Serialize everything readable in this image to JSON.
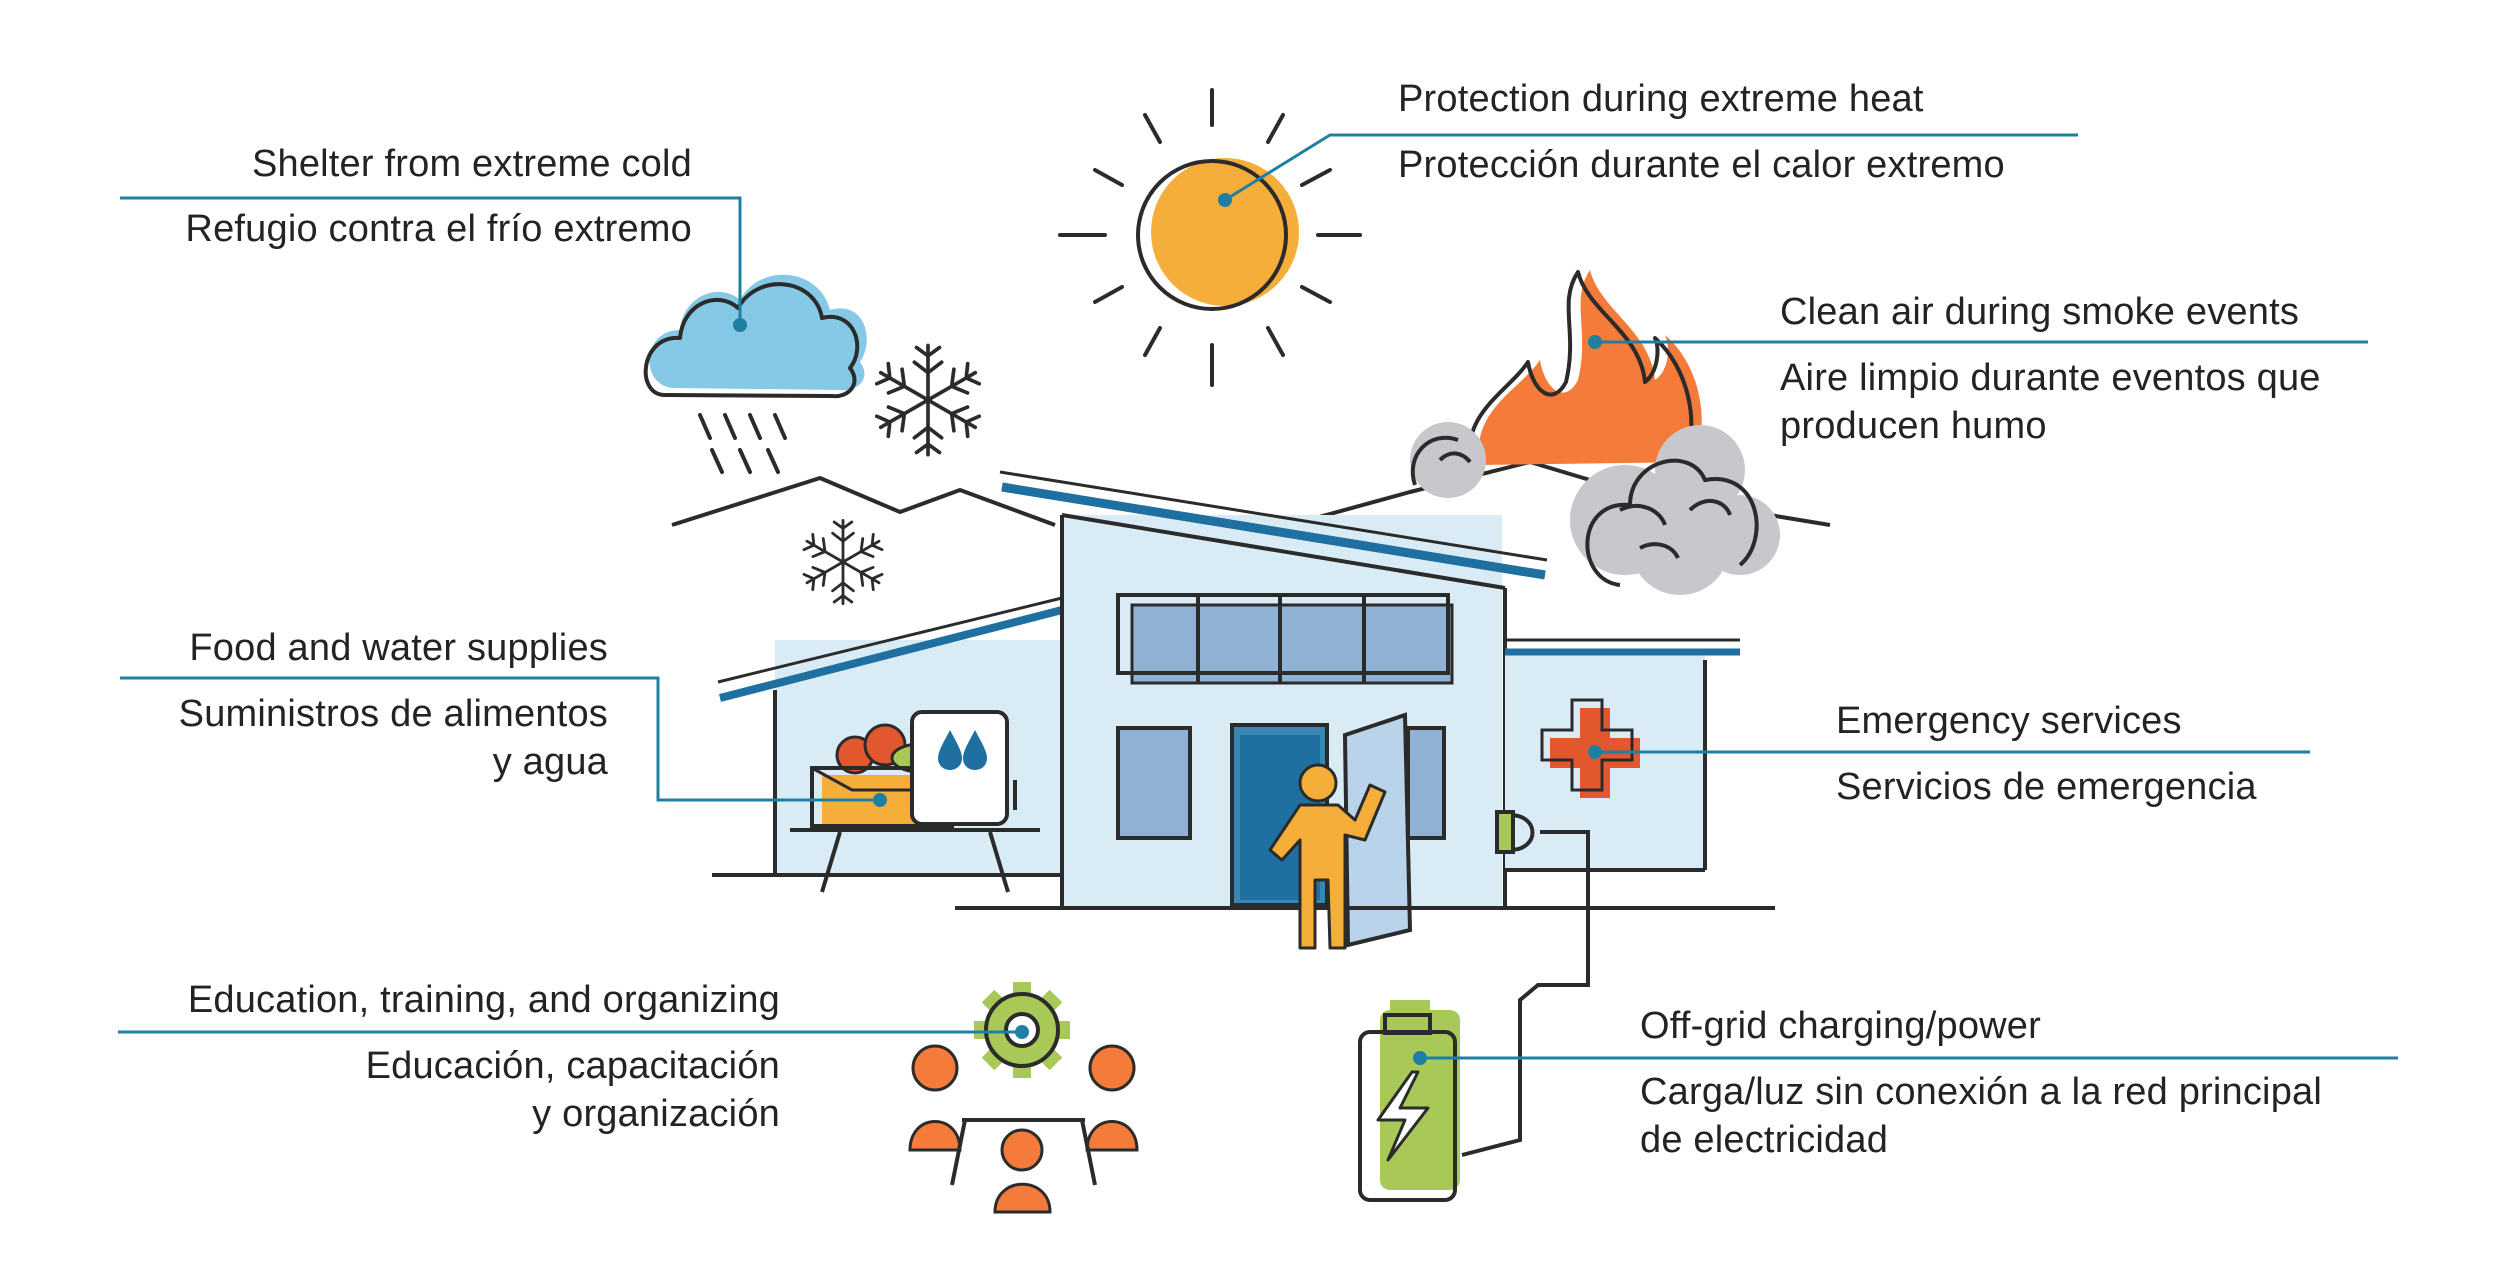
{
  "labels": {
    "cold_en": "Shelter from extreme cold",
    "cold_es": "Refugio contra el frío extremo",
    "heat_en": "Protection during extreme heat",
    "heat_es": "Protección durante el calor extremo",
    "smoke_en": "Clean air during smoke events",
    "smoke_es_1": "Aire limpio durante eventos que",
    "smoke_es_2": "producen humo",
    "food_en": "Food and water supplies",
    "food_es_1": "Suministros de alimentos",
    "food_es_2": "y agua",
    "emergency_en": "Emergency services",
    "emergency_es": "Servicios de emergencia",
    "education_en": "Education, training, and organizing",
    "education_es_1": "Educación, capacitación",
    "education_es_2": "y organización",
    "power_en": "Off-grid charging/power",
    "power_es_1": "Carga/luz sin conexión a la red principal",
    "power_es_2": "de electricidad"
  },
  "colors": {
    "leader_line": "#1f7fa3",
    "outline": "#2b2b2b",
    "sun": "#f6ae3a",
    "cloud_blue": "#86c9e6",
    "fire": "#f47b3a",
    "smoke": "#c8c8cc",
    "house_fill": "#d9ecf6",
    "window": "#8fb2d4",
    "roof_blue": "#1f6fa0",
    "cross": "#e3572f",
    "battery": "#a8c957",
    "gear": "#a8c957",
    "people": "#f47b3a",
    "person": "#f6ae3a"
  },
  "icons": [
    "snowflake-icon",
    "sun-icon",
    "rain-cloud-icon",
    "fire-icon",
    "smoke-cloud-icon",
    "house-icon",
    "food-box-icon",
    "water-drops-icon",
    "medical-cross-icon",
    "battery-icon",
    "gear-icon",
    "people-icon",
    "person-icon"
  ]
}
